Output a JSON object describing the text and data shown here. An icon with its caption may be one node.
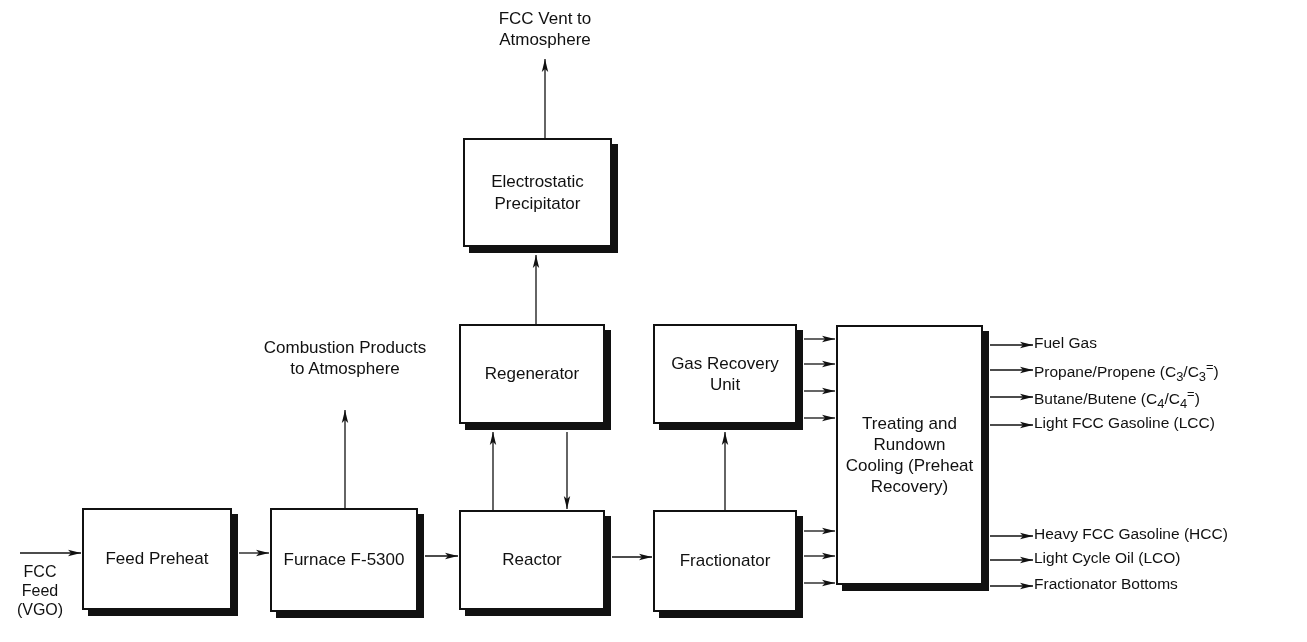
{
  "diagram": {
    "nodes": [
      {
        "text": [
          "FCC Vent to Atmosphere"
        ]
      },
      {
        "text": [
          "Electrostatic Precipitator"
        ]
      },
      {
        "text": [
          "Combustion Products to Atmosphere"
        ]
      },
      {
        "text": [
          "Regenerator"
        ]
      },
      {
        "text": [
          "Gas Recovery Unit"
        ]
      },
      {
        "text": [
          "Treating and Rundown Cooling (Preheat Recovery)"
        ]
      },
      {
        "text": [
          "Fuel Gas"
        ]
      },
      {
        "text": [
          "Propane/Propene (C$_{3}$/C$_{3}$$^{=}$)"
        ]
      },
      {
        "text": [
          "Butane/Butene (C$_{4}$/C$_{4}$$^{=}$)"
        ]
      },
      {
        "text": [
          "Light FCC Gasoline (LCC)"
        ]
      },
      {
        "text": [
          "FCC Feed (VGO)"
        ]
      },
      {
        "text": [
          "Feed Preheat"
        ]
      },
      {
        "text": [
          "Furnace F-5300"
        ]
      },
      {
        "text": [
          "Reactor"
        ]
      },
      {
        "text": [
          "Fractionator"
        ]
      },
      {
        "text": [
          "Heavy FCC Gasoline (HCC)"
        ]
      },
      {
        "text": [
          "Light Cycle Oil (LCO)"
        ]
      },
      {
        "text": [
          "Fractionator Bottoms"
        ]
      }
    ],
    "edges": [
      {
        "from": 1,
        "to": 0,
        "arrow": "to"
      },
      {
        "from": 3,
        "to": 1,
        "arrow": "to"
      },
      {
        "from": 12,
        "to": 2,
        "arrow": "to"
      },
      {
        "from": 13,
        "to": 3,
        "arrow": "to"
      },
      {
        "from": 3,
        "to": 13,
        "arrow": "to"
      },
      {
        "from": 14,
        "to": 4,
        "arrow": "to"
      },
      {
        "from": 4,
        "to": 5,
        "arrow": "to"
      },
      {
        "from": 4,
        "to": 5,
        "arrow": "to"
      },
      {
        "from": 4,
        "to": 5,
        "arrow": "to"
      },
      {
        "from": 4,
        "to": 5,
        "arrow": "to"
      },
      {
        "from": 14,
        "to": 5,
        "arrow": "to"
      },
      {
        "from": 14,
        "to": 5,
        "arrow": "to"
      },
      {
        "from": 14,
        "to": 5,
        "arrow": "to"
      },
      {
        "from": 5,
        "to": 6,
        "arrow": "to"
      },
      {
        "from": 5,
        "to": 7,
        "arrow": "to"
      },
      {
        "from": 5,
        "to": 8,
        "arrow": "to"
      },
      {
        "from": 5,
        "to": 9,
        "arrow": "to"
      },
      {
        "from": 5,
        "to": 15,
        "arrow": "to"
      },
      {
        "from": 5,
        "to": 16,
        "arrow": "to"
      },
      {
        "from": 5,
        "to": 17,
        "arrow": "to"
      },
      {
        "from": 10,
        "to": 11,
        "arrow": "to"
      },
      {
        "from": 11,
        "to": 12,
        "arrow": "to"
      },
      {
        "from": 12,
        "to": 13,
        "arrow": "to"
      },
      {
        "from": 13,
        "to": 14,
        "arrow": "to"
      }
    ]
  }
}
